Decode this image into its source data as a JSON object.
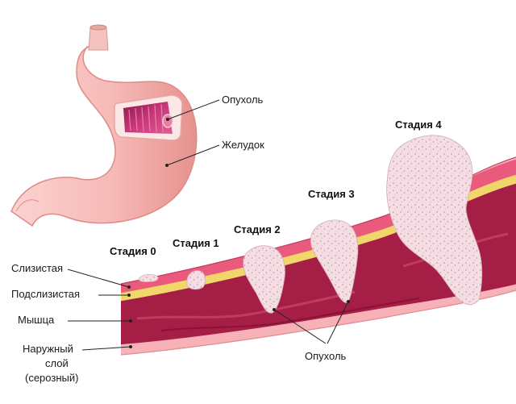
{
  "labels": {
    "tumor_top": "Опухоль",
    "stomach": "Желудок",
    "mucosa": "Слизистая",
    "submucosa": "Подслизистая",
    "muscle": "Мышца",
    "serosa_line1": "Наружный",
    "serosa_line2": "слой",
    "serosa_line3": "(серозный)",
    "tumor_bottom": "Опухоль"
  },
  "stages": [
    "Стадия 0",
    "Стадия 1",
    "Стадия 2",
    "Стадия 3",
    "Стадия 4"
  ],
  "colors": {
    "stomach_fill": "#f6b9b7",
    "stomach_shade": "#e9958f",
    "interior": "#c3306f",
    "mucosa": "#ea5a7c",
    "submucosa": "#f1d66a",
    "muscle": "#a51e45",
    "serosa": "#f7b2b8",
    "tumor": "#f3dbe2"
  }
}
